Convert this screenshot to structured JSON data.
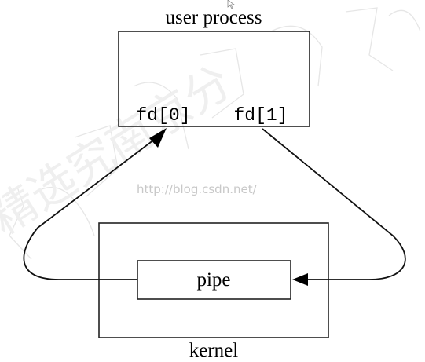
{
  "diagram": {
    "user_process_label": "user process",
    "fd0_label": "fd[0]",
    "fd1_label": "fd[1]",
    "pipe_label": "pipe",
    "kernel_label": "kernel"
  },
  "watermark": {
    "url_text": "http://blog.csdn.net/",
    "calligraphy_text": "精选究南京分"
  },
  "colors": {
    "line": "#111111",
    "watermark": "#c8c8c8"
  }
}
